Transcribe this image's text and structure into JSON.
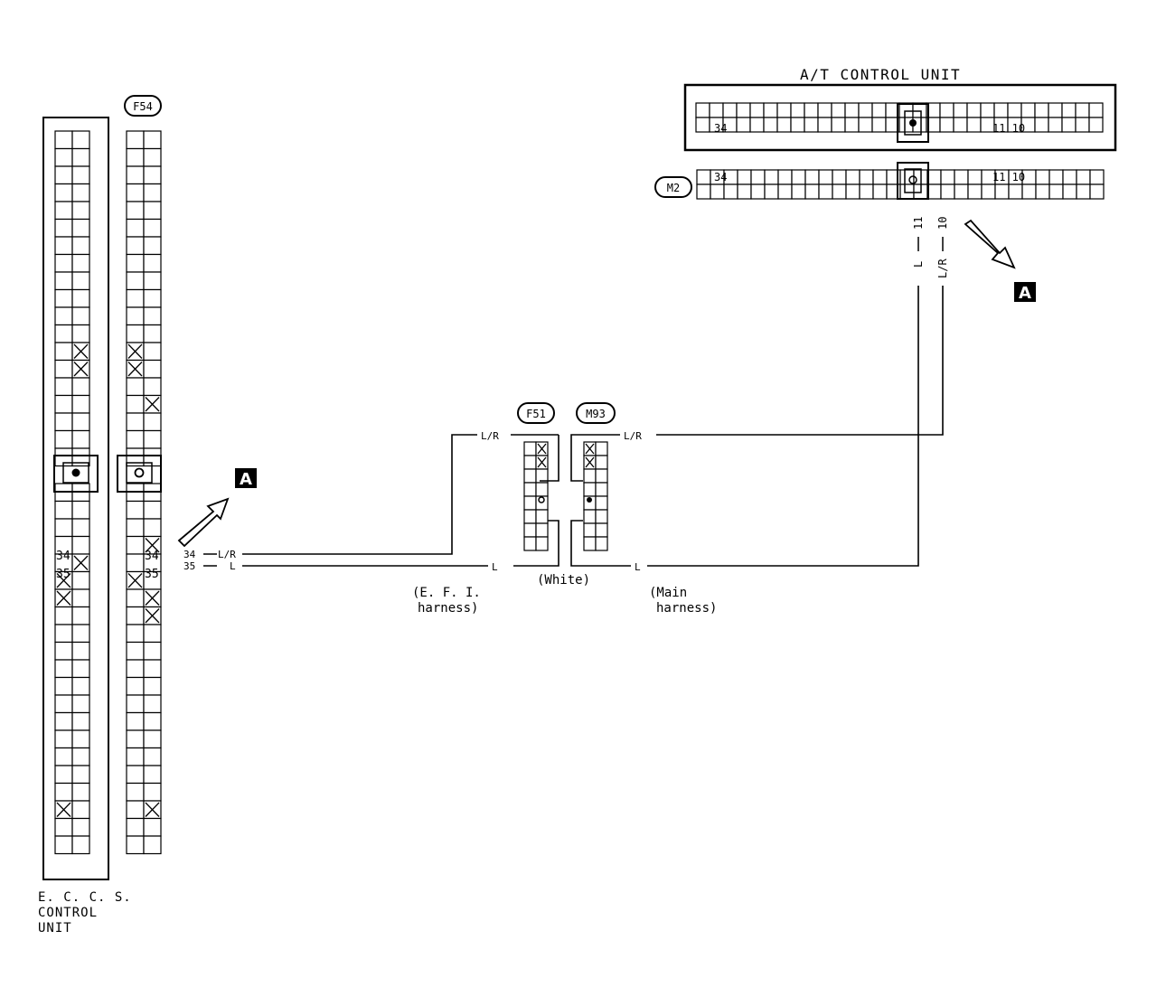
{
  "at_unit": {
    "title": "A/T CONTROL UNIT",
    "pin_34": "34",
    "pin_11_10": "11 10"
  },
  "m2": {
    "id": "M2",
    "pin_34": "34",
    "pin_11_10": "11 10"
  },
  "m2_wires": {
    "w11_color": "L",
    "w11_pin": "11",
    "w10_color": "L/R",
    "w10_pin": "10"
  },
  "eccs": {
    "label_line1": "E. C. C. S.",
    "label_line2": "CONTROL",
    "label_line3": "UNIT",
    "pin_34": "34",
    "pin_35": "35"
  },
  "f54": {
    "id": "F54",
    "pin_34": "34",
    "pin_35": "35"
  },
  "eccs_wires": {
    "w34_pin": "34",
    "w34_color": "L/R",
    "w35_pin": "35",
    "w35_color": "L"
  },
  "f51": {
    "id": "F51",
    "wire_top": "L/R",
    "wire_bottom": "L"
  },
  "m93": {
    "id": "M93",
    "wire_top": "L/R",
    "wire_bottom": "L"
  },
  "connector_color": "(White)",
  "efi_harness": {
    "line1": "(E. F. I.",
    "line2": "harness)"
  },
  "main_harness": {
    "line1": "(Main",
    "line2": "harness)"
  },
  "reference_mark": "A"
}
